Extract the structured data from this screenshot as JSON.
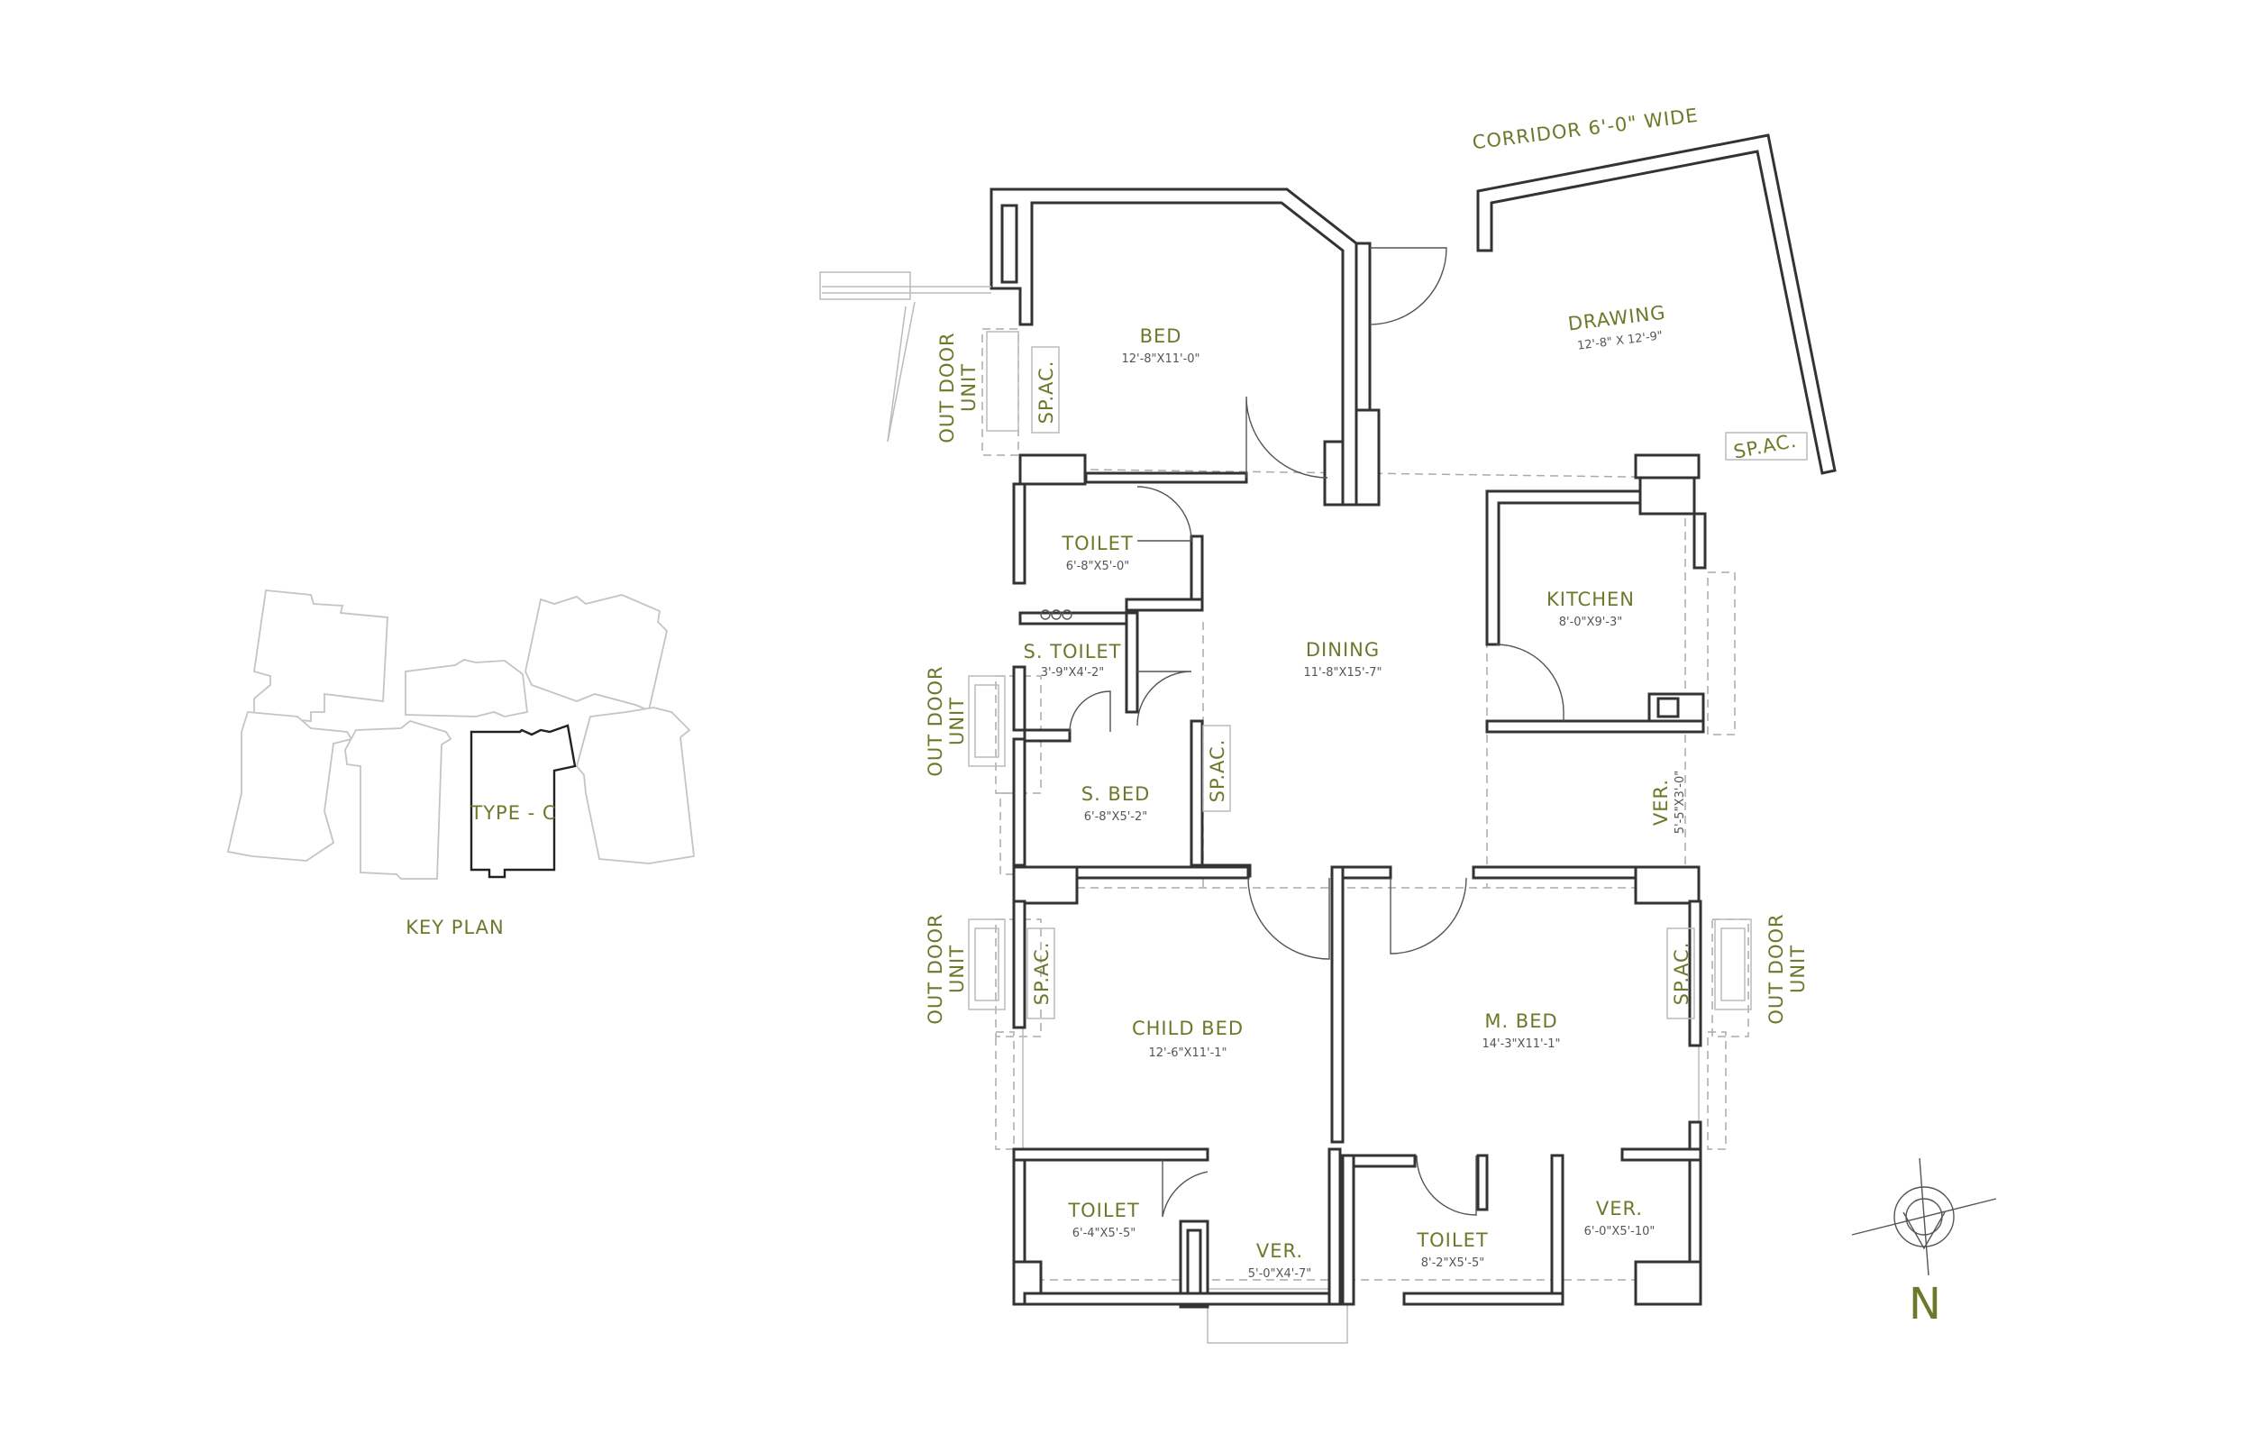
{
  "plan": {
    "rooms": [
      {
        "id": "bed",
        "name": "BED",
        "dims": "12'-8\"X11'-0\""
      },
      {
        "id": "drawing",
        "name": "DRAWING",
        "dims": "12'-8\" X 12'-9\""
      },
      {
        "id": "toilet-1",
        "name": "TOILET",
        "dims": "6'-8\"X5'-0\""
      },
      {
        "id": "s-toilet",
        "name": "S. TOILET",
        "dims": "3'-9\"X4'-2\""
      },
      {
        "id": "dining",
        "name": "DINING",
        "dims": "11'-8\"X15'-7\""
      },
      {
        "id": "kitchen",
        "name": "KITCHEN",
        "dims": "8'-0\"X9'-3\""
      },
      {
        "id": "s-bed",
        "name": "S. BED",
        "dims": "6'-8\"X5'-2\""
      },
      {
        "id": "ver-1",
        "name": "VER.",
        "dims": "5'-5\"X3'-0\""
      },
      {
        "id": "child-bed",
        "name": "CHILD BED",
        "dims": "12'-6\"X11'-1\""
      },
      {
        "id": "m-bed",
        "name": "M. BED",
        "dims": "14'-3\"X11'-1\""
      },
      {
        "id": "toilet-2",
        "name": "TOILET",
        "dims": "6'-4\"X5'-5\""
      },
      {
        "id": "ver-2",
        "name": "VER.",
        "dims": "5'-0\"X4'-7\""
      },
      {
        "id": "toilet-3",
        "name": "TOILET",
        "dims": "8'-2\"X5'-5\""
      },
      {
        "id": "ver-3",
        "name": "VER.",
        "dims": "6'-0\"X5'-10\""
      }
    ],
    "corridor_label": "CORRIDOR 6'-0\" WIDE",
    "sp_ac_label": "SP.AC.",
    "outdoor_unit_line1": "OUT DOOR",
    "outdoor_unit_line2": "UNIT",
    "north_label": "N"
  },
  "key_plan": {
    "title": "KEY PLAN",
    "active_unit": "TYPE - C"
  },
  "colors": {
    "label_green": "#6b7a2a",
    "wall": "#333333",
    "key_outline": "#c4c4c4"
  }
}
